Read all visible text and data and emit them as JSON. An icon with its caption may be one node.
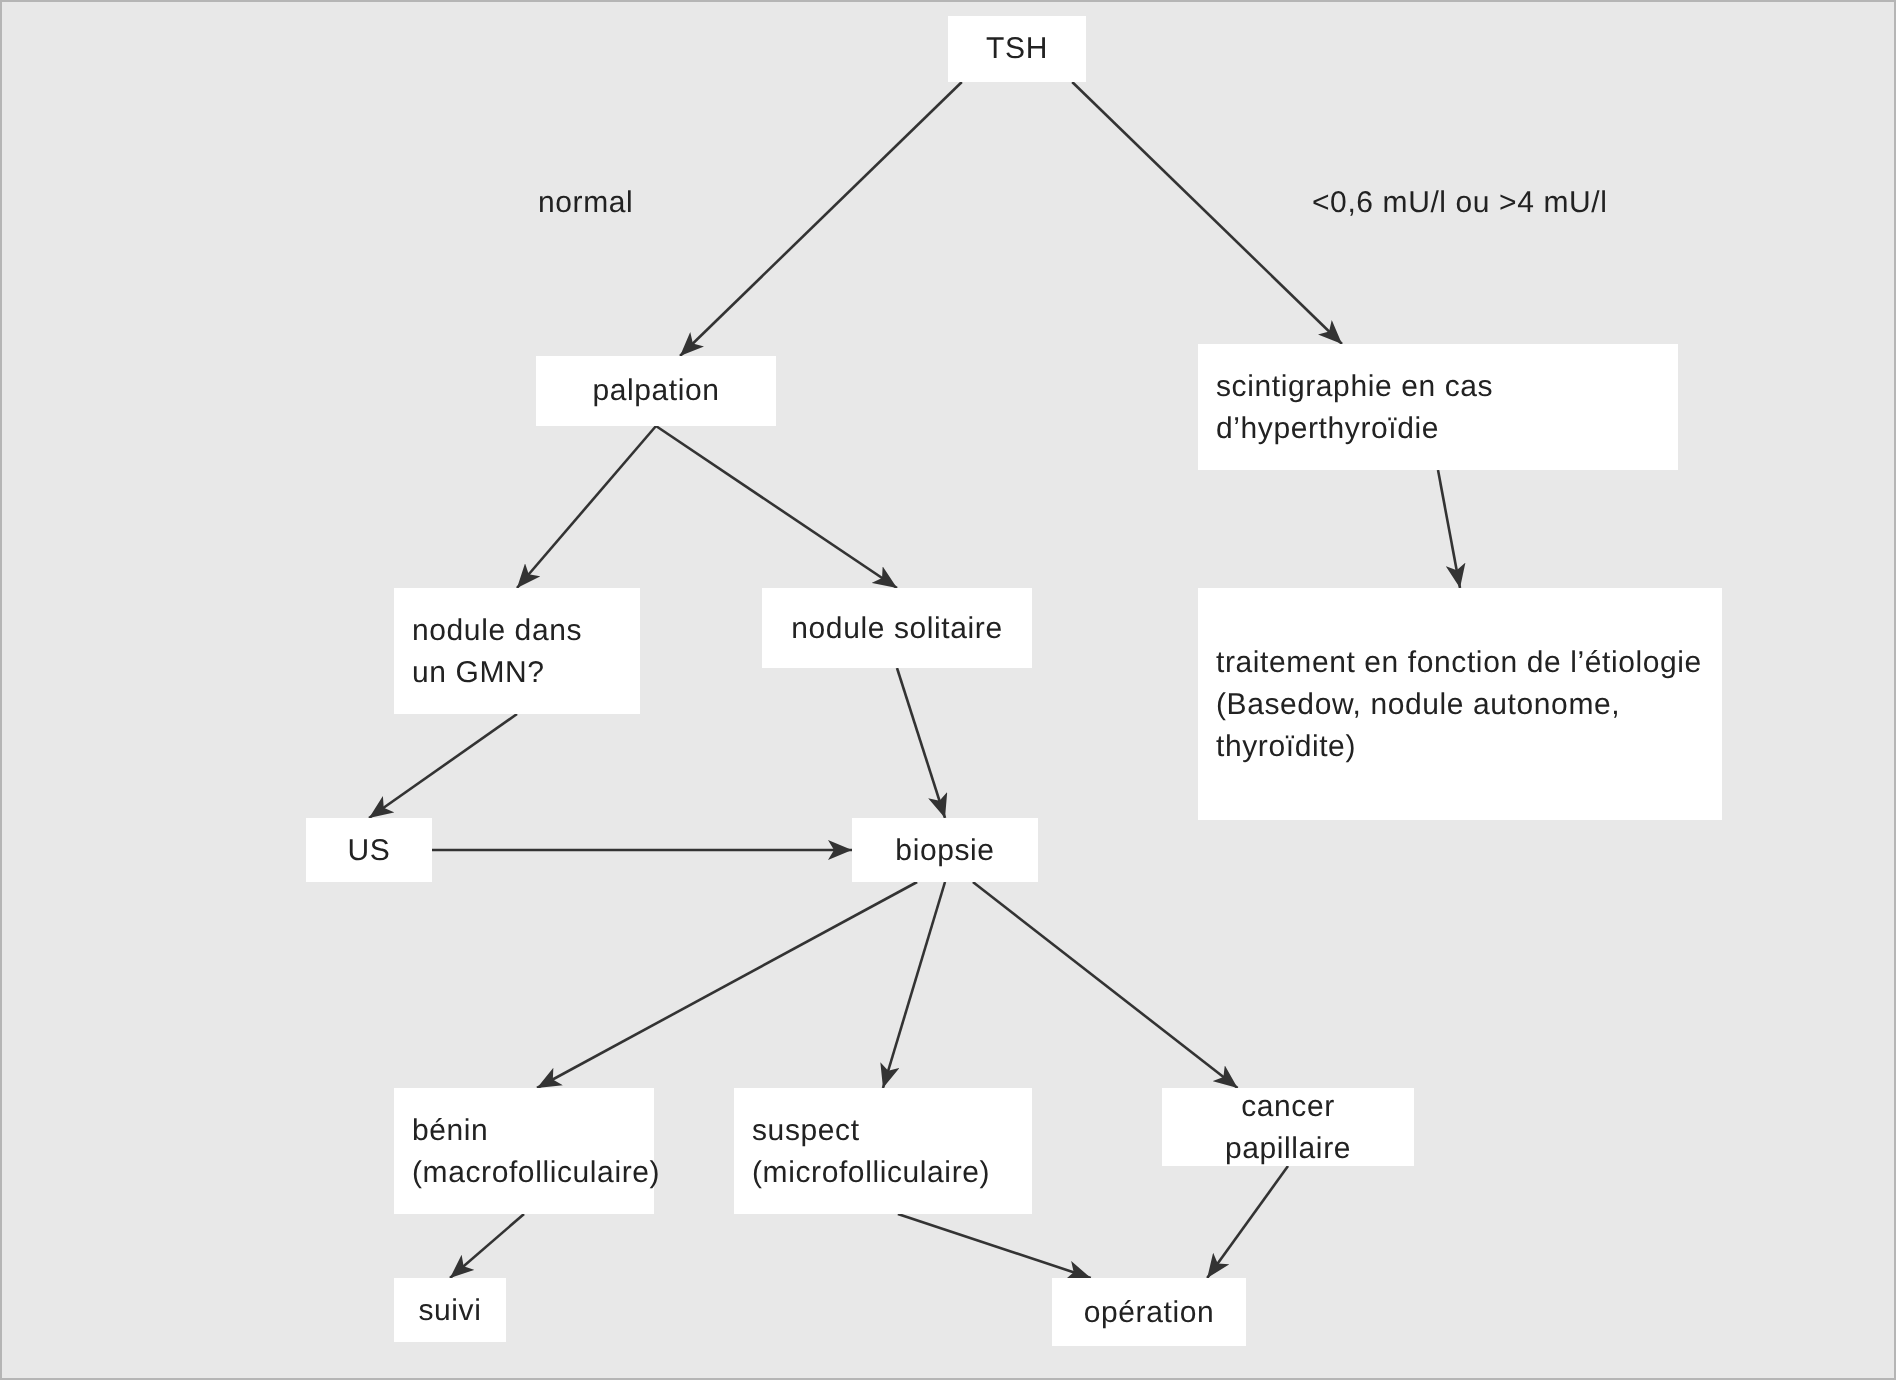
{
  "diagram": {
    "nodes": [
      {
        "text": [
          "TSH"
        ]
      },
      {
        "text": [
          "palpation"
        ]
      },
      {
        "text": [
          "scintigraphie en cas d’hyperthyroïdie"
        ]
      },
      {
        "text": [
          "nodule dans un GMN?"
        ]
      },
      {
        "text": [
          "nodule solitaire"
        ]
      },
      {
        "text": [
          "traitement en fonction de l’étiologie (Basedow, nodule autonome, thyroïdite)"
        ]
      },
      {
        "text": [
          "US"
        ]
      },
      {
        "text": [
          "biopsie"
        ]
      },
      {
        "text": [
          "bénin (macrofolliculaire)"
        ]
      },
      {
        "text": [
          "suspect (microfolliculaire)"
        ]
      },
      {
        "text": [
          "cancer papillaire"
        ]
      },
      {
        "text": [
          "suivi"
        ]
      },
      {
        "text": [
          "opération"
        ]
      }
    ],
    "edges": [
      {
        "from": 0,
        "to": 1,
        "arrow": "to",
        "label": "normal"
      },
      {
        "from": 0,
        "to": 2,
        "arrow": "to",
        "label": "<0,6 mU/l ou >4 mU/l"
      },
      {
        "from": 1,
        "to": 3,
        "arrow": "to"
      },
      {
        "from": 1,
        "to": 4,
        "arrow": "to"
      },
      {
        "from": 2,
        "to": 5,
        "arrow": "to"
      },
      {
        "from": 3,
        "to": 6,
        "arrow": "to"
      },
      {
        "from": 4,
        "to": 7,
        "arrow": "to"
      },
      {
        "from": 6,
        "to": 7,
        "arrow": "to"
      },
      {
        "from": 7,
        "to": 8,
        "arrow": "to"
      },
      {
        "from": 7,
        "to": 9,
        "arrow": "to"
      },
      {
        "from": 7,
        "to": 10,
        "arrow": "to"
      },
      {
        "from": 8,
        "to": 11,
        "arrow": "to"
      },
      {
        "from": 9,
        "to": 12,
        "arrow": "to"
      },
      {
        "from": 10,
        "to": 12,
        "arrow": "to"
      }
    ]
  }
}
